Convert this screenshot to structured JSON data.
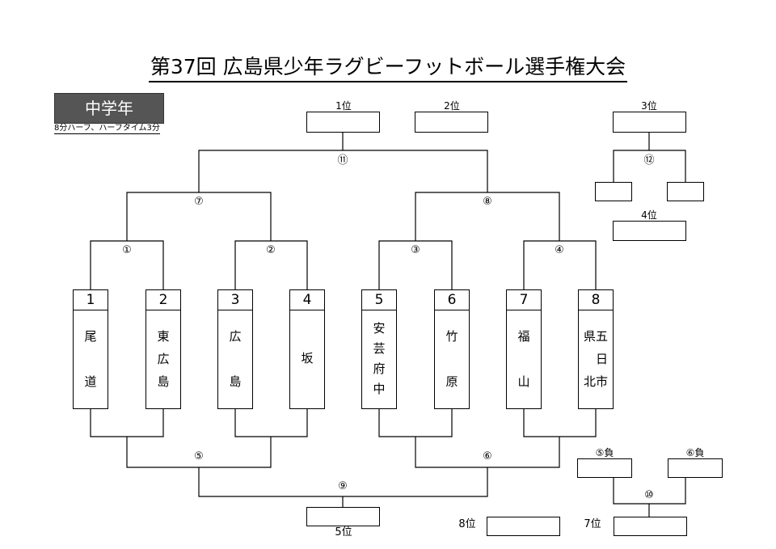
{
  "title": "第37回 広島県少年ラグビーフットボール選手権大会",
  "division": "中学年",
  "rules_note": "8分ハーフ、ハーフタイム3分",
  "teams": [
    {
      "seed": "1",
      "name": "尾\n\n道"
    },
    {
      "seed": "2",
      "name": "東\n広\n島"
    },
    {
      "seed": "3",
      "name": "広\n\n島"
    },
    {
      "seed": "4",
      "name": "坂"
    },
    {
      "seed": "5",
      "name": "安\n芸\n府\n中"
    },
    {
      "seed": "6",
      "name": "竹\n\n原"
    },
    {
      "seed": "7",
      "name": "福\n\n山"
    },
    {
      "seed": "8",
      "name": "県五\n　日\n北市"
    }
  ],
  "matches": {
    "m1": "①",
    "m2": "②",
    "m3": "③",
    "m4": "④",
    "m5": "⑤",
    "m6": "⑥",
    "m7": "⑦",
    "m8": "⑧",
    "m9": "⑨",
    "m10": "⑩",
    "m11": "⑪",
    "m12": "⑫"
  },
  "places": {
    "first": "1位",
    "second": "2位",
    "third": "3位",
    "fourth": "4位",
    "fifth": "5位",
    "seventh": "7位",
    "eighth": "8位"
  },
  "losers": {
    "m5": "⑤負",
    "m6": "⑥負"
  }
}
